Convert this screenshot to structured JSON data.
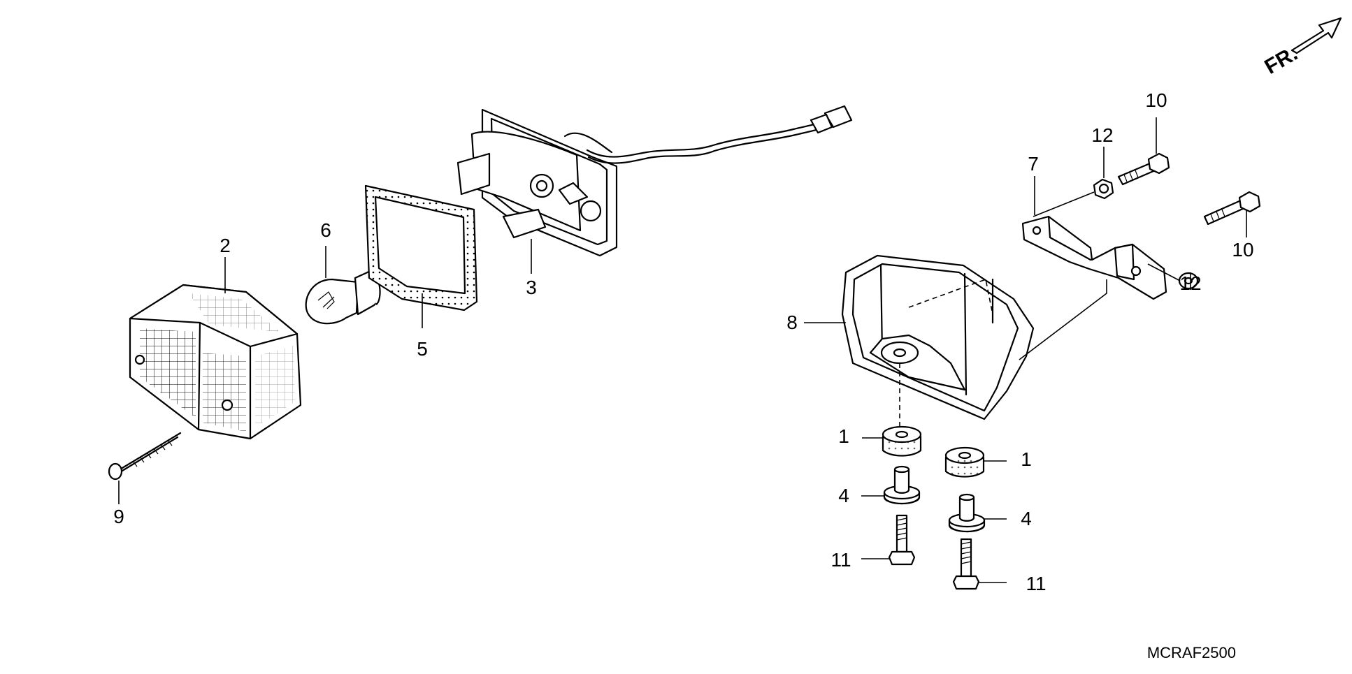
{
  "diagram_code": "MCRAF2500",
  "direction_label": "FR.",
  "callouts": [
    "1",
    "2",
    "3",
    "4",
    "5",
    "6",
    "7",
    "8",
    "9",
    "10",
    "11",
    "12"
  ],
  "labels": {
    "p1a": "1",
    "p1b": "1",
    "p2": "2",
    "p3": "3",
    "p4a": "4",
    "p4b": "4",
    "p5": "5",
    "p6": "6",
    "p7": "7",
    "p8": "8",
    "p9": "9",
    "p10a": "10",
    "p10b": "10",
    "p11a": "11",
    "p11b": "11",
    "p12a": "12",
    "p12b": "12"
  },
  "icons": {
    "direction": "arrow-icon"
  }
}
